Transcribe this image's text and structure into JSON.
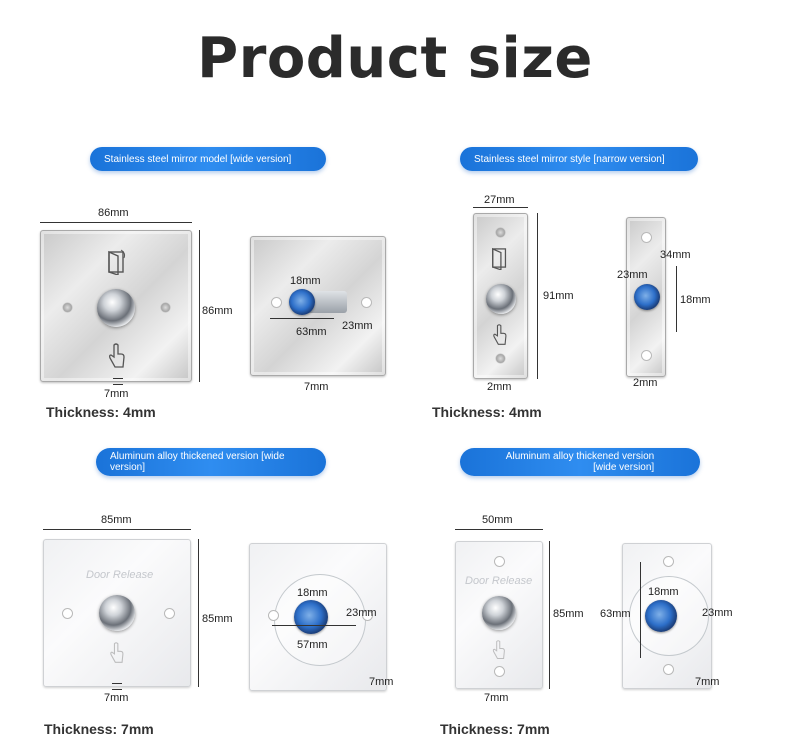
{
  "title": "Product size",
  "sections": {
    "steel_wide": {
      "label": "Stainless steel mirror model [wide version]",
      "front_width": "86mm",
      "front_height": "86mm",
      "front_depth": "7mm",
      "back_height": "18mm",
      "back_diameter": "63mm",
      "back_width": "23mm",
      "back_depth": "7mm",
      "thickness": "Thickness: 4mm"
    },
    "steel_narrow": {
      "label": "Stainless steel mirror style [narrow version]",
      "front_width": "27mm",
      "front_height": "91mm",
      "front_depth": "2mm",
      "back_top": "34mm",
      "back_diameter": "23mm",
      "back_height": "18mm",
      "back_depth": "2mm",
      "thickness": "Thickness: 4mm"
    },
    "alu_wide_a": {
      "label_line1": "Aluminum alloy thickened version [wide",
      "label_line2": "version]",
      "engraving": "Door Release",
      "front_width": "85mm",
      "front_height": "85mm",
      "front_depth": "7mm",
      "back_height": "18mm",
      "back_width": "23mm",
      "back_diameter": "57mm",
      "back_depth": "7mm",
      "thickness": "Thickness: 7mm"
    },
    "alu_wide_b": {
      "label_line1": "Aluminum alloy thickened version",
      "label_line2": "[wide version]",
      "engraving": "Door Release",
      "front_width": "50mm",
      "front_height": "85mm",
      "front_depth": "7mm",
      "back_height": "18mm",
      "back_diameter": "63mm",
      "back_width": "23mm",
      "back_depth": "7mm",
      "thickness": "Thickness: 7mm"
    }
  }
}
